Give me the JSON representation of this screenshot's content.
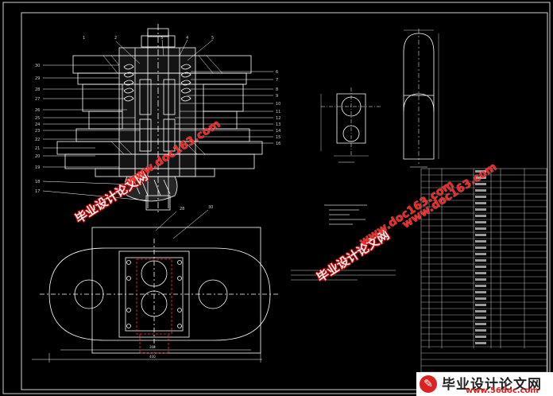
{
  "drawing": {
    "background": "#000000",
    "line_color": "#ffffff",
    "border_color": "#cfcfcf",
    "dim_top": "368",
    "dim_bottom": "400",
    "balloon_left": [
      "30",
      "29",
      "28",
      "27",
      "26",
      "25",
      "24",
      "23",
      "22",
      "21",
      "20",
      "19",
      "18",
      "17"
    ],
    "balloon_top": [
      "1",
      "2",
      "3",
      "4",
      "5"
    ],
    "balloon_right": [
      "6",
      "7",
      "8",
      "9",
      "10",
      "11",
      "12",
      "13",
      "14",
      "15",
      "16"
    ],
    "balloon_plan": [
      "28",
      "30"
    ]
  },
  "watermarks": {
    "cn_text": "毕业设计论文网",
    "url_text": "www.doc163.com",
    "cn_color": "#ffffff",
    "url_color": "#ff2020"
  },
  "logo": {
    "title": "毕业设计论文网",
    "url": "www.56doc.com",
    "accent": "#dd2222"
  }
}
